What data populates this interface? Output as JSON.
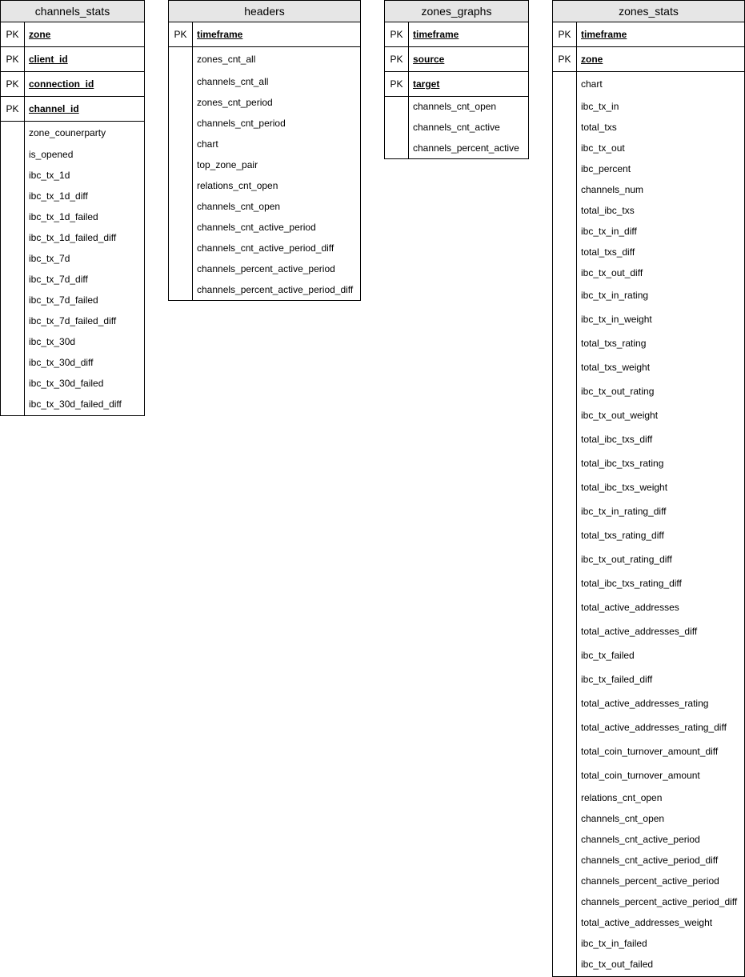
{
  "tables": {
    "channels_stats": {
      "title": "channels_stats",
      "pk_label": "PK",
      "pks": [
        "zone",
        "client_id",
        "connection_id",
        "channel_id"
      ],
      "fields": [
        "zone_counerparty",
        "is_opened",
        "ibc_tx_1d",
        "ibc_tx_1d_diff",
        "ibc_tx_1d_failed",
        "ibc_tx_1d_failed_diff",
        "ibc_tx_7d",
        "ibc_tx_7d_diff",
        "ibc_tx_7d_failed",
        "ibc_tx_7d_failed_diff",
        "ibc_tx_30d",
        "ibc_tx_30d_diff",
        "ibc_tx_30d_failed",
        "ibc_tx_30d_failed_diff"
      ]
    },
    "headers": {
      "title": "headers",
      "pk_label": "PK",
      "pks": [
        "timeframe"
      ],
      "fields": [
        "zones_cnt_all",
        "channels_cnt_all",
        "zones_cnt_period",
        "channels_cnt_period",
        "chart",
        "top_zone_pair",
        "relations_cnt_open",
        "channels_cnt_open",
        "channels_cnt_active_period",
        "channels_cnt_active_period_diff",
        "channels_percent_active_period",
        "channels_percent_active_period_diff"
      ]
    },
    "zones_graphs": {
      "title": "zones_graphs",
      "pk_label": "PK",
      "pks": [
        "timeframe",
        "source",
        "target"
      ],
      "fields": [
        "channels_cnt_open",
        "channels_cnt_active",
        "channels_percent_active"
      ]
    },
    "zones_stats": {
      "title": "zones_stats",
      "pk_label": "PK",
      "pks": [
        "timeframe",
        "zone"
      ],
      "fields": [
        "chart",
        "ibc_tx_in",
        "total_txs",
        "ibc_tx_out",
        "ibc_percent",
        "channels_num",
        "total_ibc_txs",
        "ibc_tx_in_diff",
        "total_txs_diff",
        "ibc_tx_out_diff",
        "ibc_tx_in_rating",
        "ibc_tx_in_weight",
        "total_txs_rating",
        "total_txs_weight",
        "ibc_tx_out_rating",
        "ibc_tx_out_weight",
        "total_ibc_txs_diff",
        "total_ibc_txs_rating",
        "total_ibc_txs_weight",
        "ibc_tx_in_rating_diff",
        "total_txs_rating_diff",
        "ibc_tx_out_rating_diff",
        "total_ibc_txs_rating_diff",
        "total_active_addresses",
        "total_active_addresses_diff",
        "ibc_tx_failed",
        "ibc_tx_failed_diff",
        "total_active_addresses_rating",
        "total_active_addresses_rating_diff",
        "total_coin_turnover_amount_diff",
        "total_coin_turnover_amount",
        "relations_cnt_open",
        "channels_cnt_open",
        "channels_cnt_active_period",
        "channels_cnt_active_period_diff",
        "channels_percent_active_period",
        "channels_percent_active_period_diff",
        "total_active_addresses_weight",
        "ibc_tx_in_failed",
        "ibc_tx_out_failed"
      ]
    }
  }
}
